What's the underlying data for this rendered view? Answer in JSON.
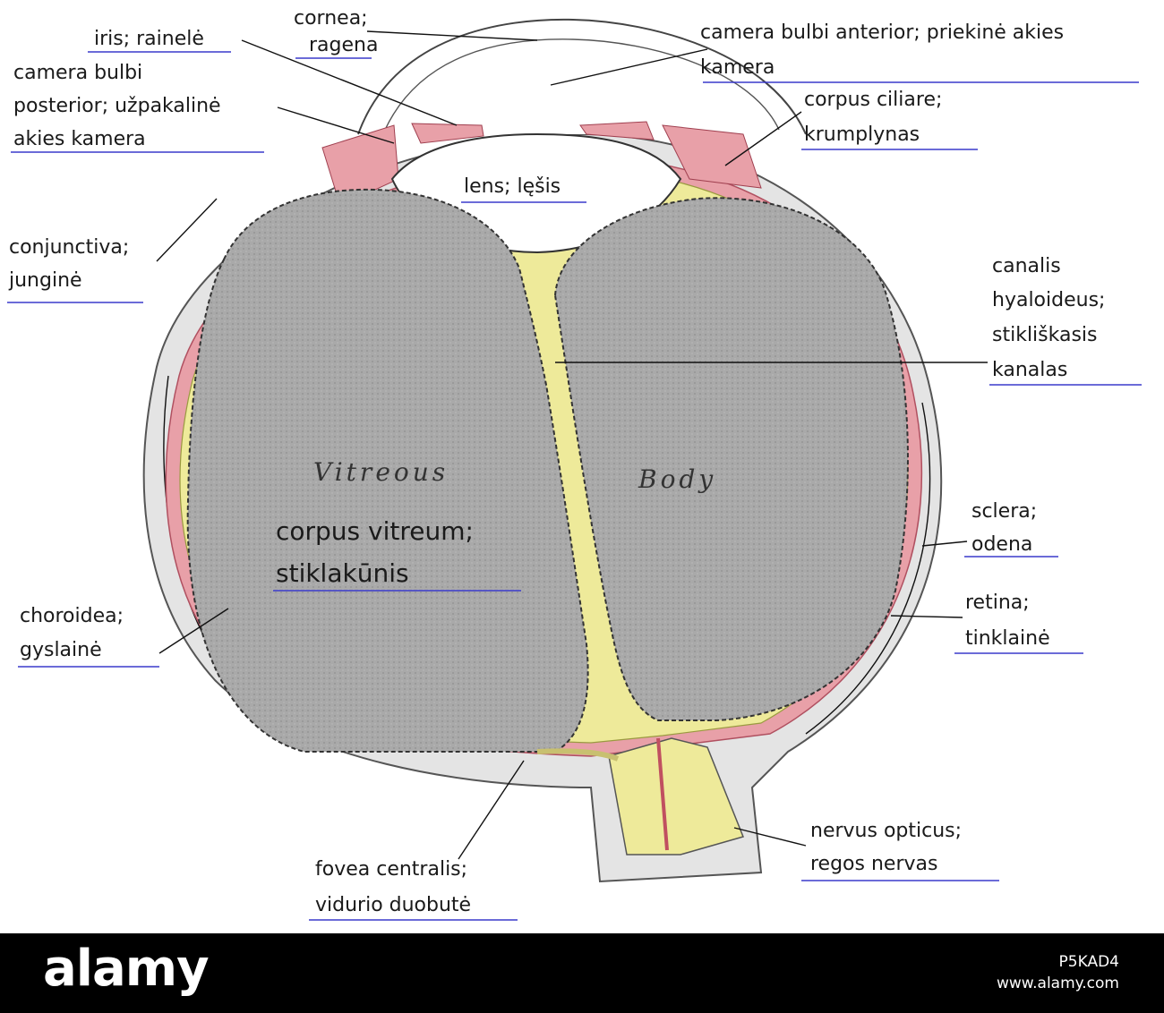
{
  "colors": {
    "label_underline": "#3a3acc",
    "vitreous": "#a8a8a8",
    "choroid_pink": "#e8a0a8",
    "retina_yellow": "#eeea9a",
    "sclera": "#e6e6e6"
  },
  "labels": {
    "cornea": [
      "cornea;",
      "ragena"
    ],
    "iris": [
      "iris; rainelė"
    ],
    "posterior_chamber": [
      "camera bulbi",
      "posterior; užpakalinė",
      "akies kamera"
    ],
    "anterior_chamber": [
      "camera bulbi anterior; priekinė akies",
      "kamera"
    ],
    "ciliary_body": [
      "corpus ciliare;",
      "krumplynas"
    ],
    "lens": [
      "lens; lęšis"
    ],
    "conjunctiva": [
      "conjunctiva;",
      "junginė"
    ],
    "hyaloid_canal": [
      "canalis",
      "hyaloideus;",
      "stikliškasis",
      "kanalas"
    ],
    "vitreous": [
      "corpus vitreum;",
      "stiklakūnis"
    ],
    "vitreous_italic": [
      "Vitreous",
      "Body"
    ],
    "sclera": [
      "sclera;",
      "odena"
    ],
    "choroid": [
      "choroidea;",
      "gyslainė"
    ],
    "retina": [
      "retina;",
      "tinklainė"
    ],
    "fovea": [
      "fovea centralis;",
      "vidurio duobutė"
    ],
    "optic_nerve": [
      "nervus opticus;",
      "regos nervas"
    ]
  },
  "footer": {
    "brand": "alamy",
    "image_id": "P5KAD4",
    "site": "www.alamy.com"
  }
}
